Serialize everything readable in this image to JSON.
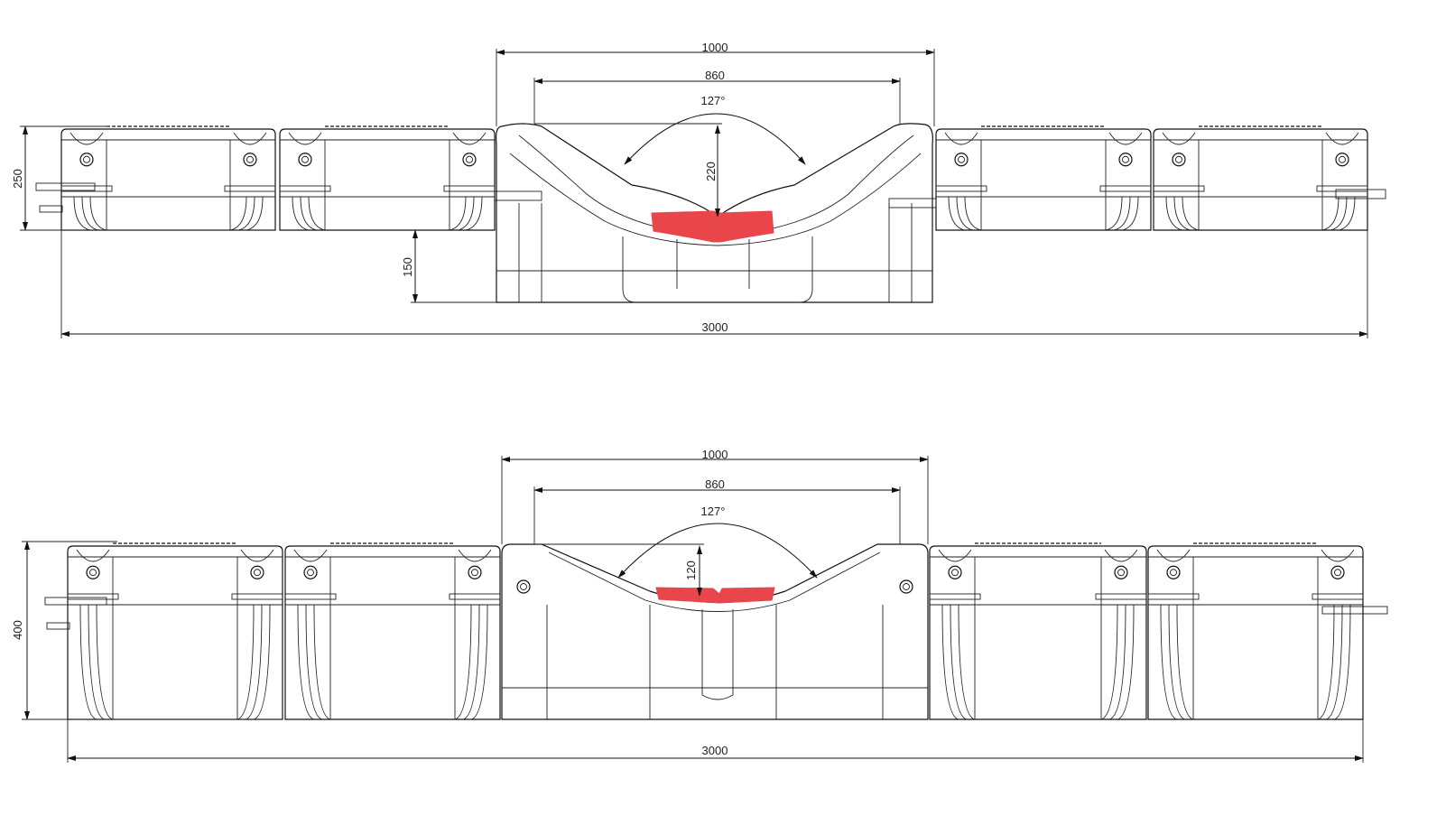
{
  "views": [
    {
      "name": "raised-bridge-view",
      "dims": {
        "outer_width": "1000",
        "inner_width": "860",
        "angle": "127°",
        "rise": "220",
        "float_height": "250",
        "offset": "150",
        "total_length": "3000"
      }
    },
    {
      "name": "flat-bridge-view",
      "dims": {
        "outer_width": "1000",
        "inner_width": "860",
        "angle": "127°",
        "rise": "120",
        "float_height": "400",
        "total_length": "3000"
      }
    }
  ],
  "colors": {
    "highlight": "#e8464b",
    "line": "#111111"
  }
}
